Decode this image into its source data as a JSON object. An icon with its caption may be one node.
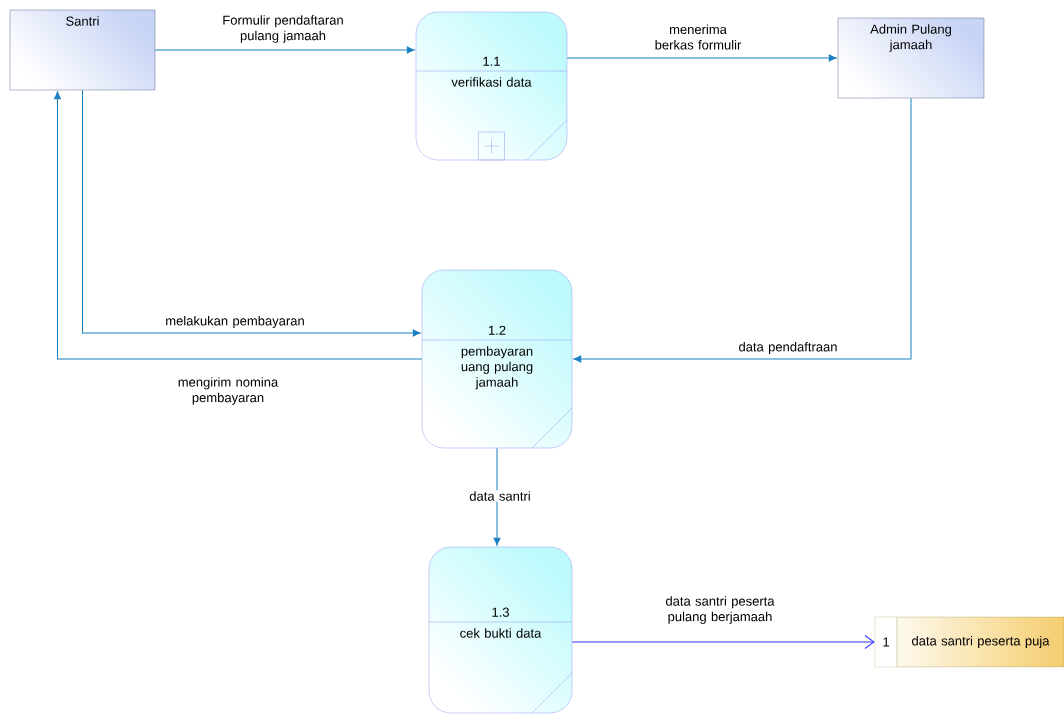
{
  "diagram": {
    "nodes": [
      {
        "text": [
          "Santri"
        ]
      },
      {
        "text": [
          "1.1",
          "verifikasi data"
        ]
      },
      {
        "text": [
          "Admin Pulang jamaah"
        ]
      },
      {
        "text": [
          "1.2",
          "pembayaran uang pulang jamaah"
        ]
      },
      {
        "text": [
          "1.3",
          "cek bukti data"
        ]
      },
      {
        "text": [
          "1",
          "data santri peserta puja"
        ]
      }
    ],
    "edges": [
      {
        "from": 0,
        "to": 1,
        "arrow": "to",
        "label": "Formulir pendaftaran pulang jamaah"
      },
      {
        "from": 1,
        "to": 2,
        "arrow": "to",
        "label": "menerima berkas formulir"
      },
      {
        "from": 0,
        "to": 3,
        "arrow": "to",
        "label": "melakukan pembayaran"
      },
      {
        "from": 3,
        "to": 0,
        "arrow": "to",
        "label": "mengirim nomina pembayaran"
      },
      {
        "from": 2,
        "to": 3,
        "arrow": "to",
        "label": "data pendaftraan"
      },
      {
        "from": 3,
        "to": 4,
        "arrow": "to",
        "label": "data santri"
      },
      {
        "from": 4,
        "to": 5,
        "arrow": "to",
        "label": "data santri peserta pulang berjamaah",
        "color": "#3333ff"
      }
    ]
  }
}
